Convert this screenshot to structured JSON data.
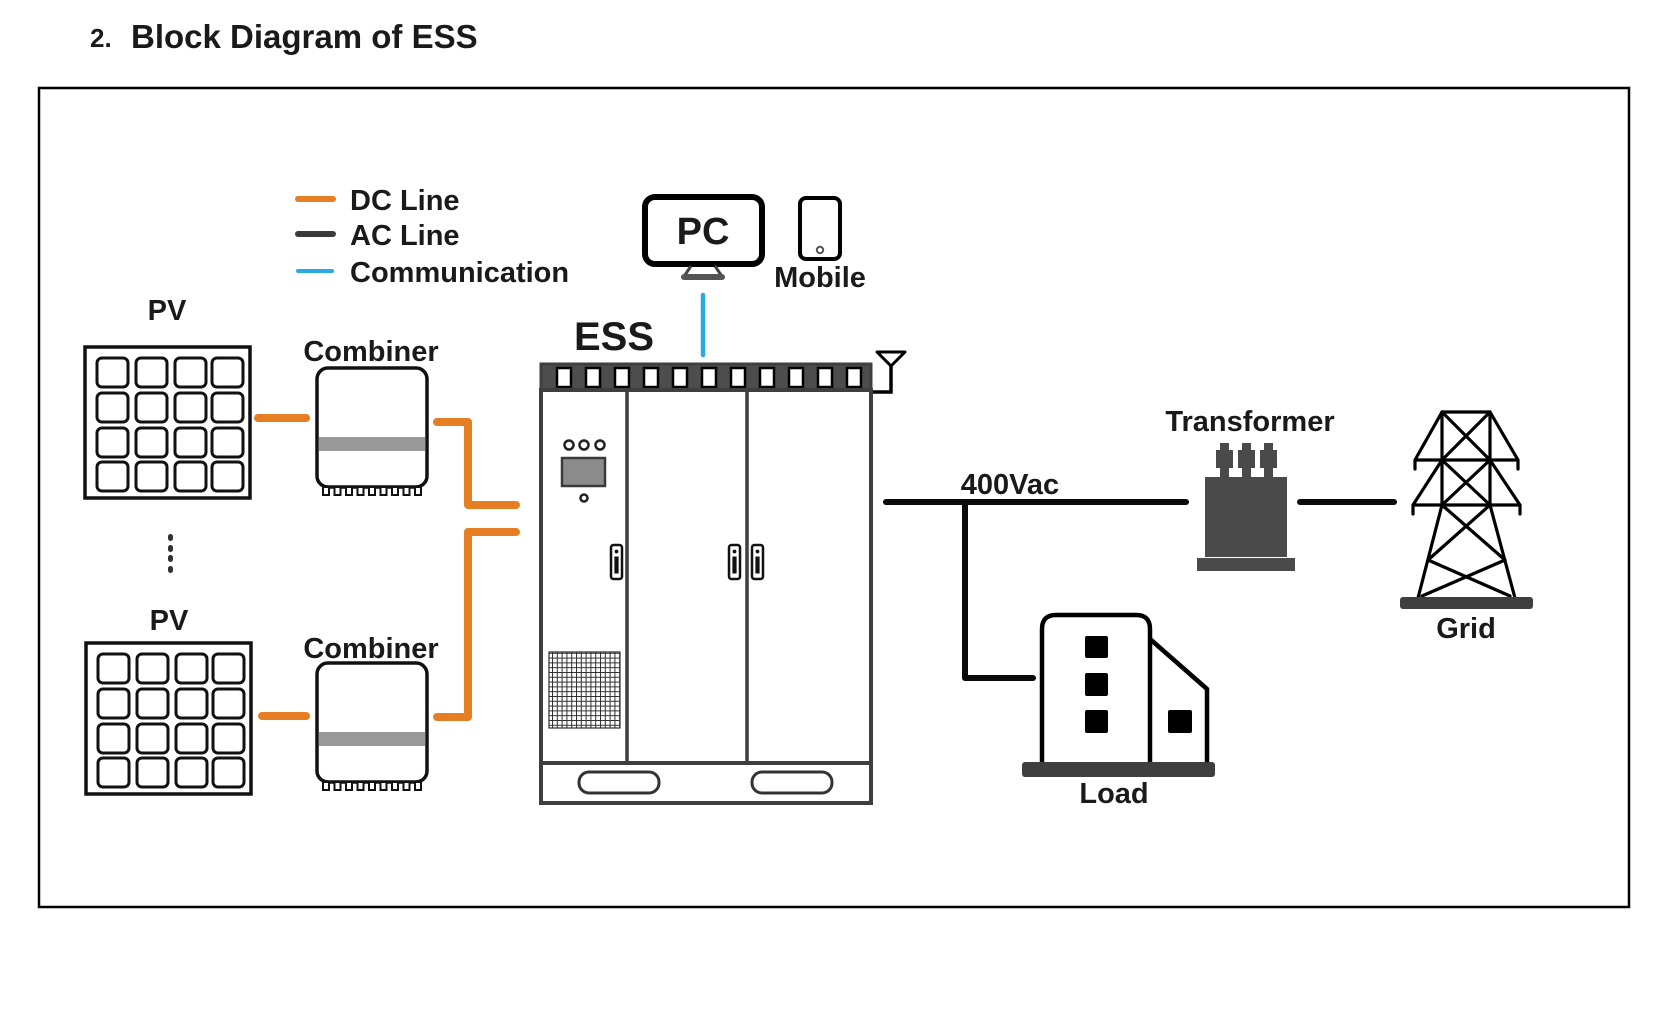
{
  "title": {
    "number": "2.",
    "text": "Block Diagram of ESS"
  },
  "legend": {
    "items": [
      {
        "label": "DC Line",
        "color": "#E87E24"
      },
      {
        "label": "AC Line",
        "color": "#3A3A3A"
      },
      {
        "label": "Communication",
        "color": "#29ABE2"
      }
    ]
  },
  "colors": {
    "dc_line": "#E87E24",
    "ac_line": "#0B0B0B",
    "communication": "#29ABE2",
    "cabinet_stroke": "#3F3F3F",
    "dark_fill": "#4A4A4A"
  },
  "nodes": {
    "pv_top": {
      "label": "PV"
    },
    "pv_bottom": {
      "label": "PV"
    },
    "combiner_top": {
      "label": "Combiner"
    },
    "combiner_bottom": {
      "label": "Combiner"
    },
    "ess": {
      "label": "ESS"
    },
    "pc": {
      "label": "PC"
    },
    "mobile": {
      "label": "Mobile"
    },
    "transformer": {
      "label": "Transformer"
    },
    "grid": {
      "label": "Grid"
    },
    "load": {
      "label": "Load"
    }
  },
  "connections": {
    "ac_voltage_label": "400Vac"
  }
}
